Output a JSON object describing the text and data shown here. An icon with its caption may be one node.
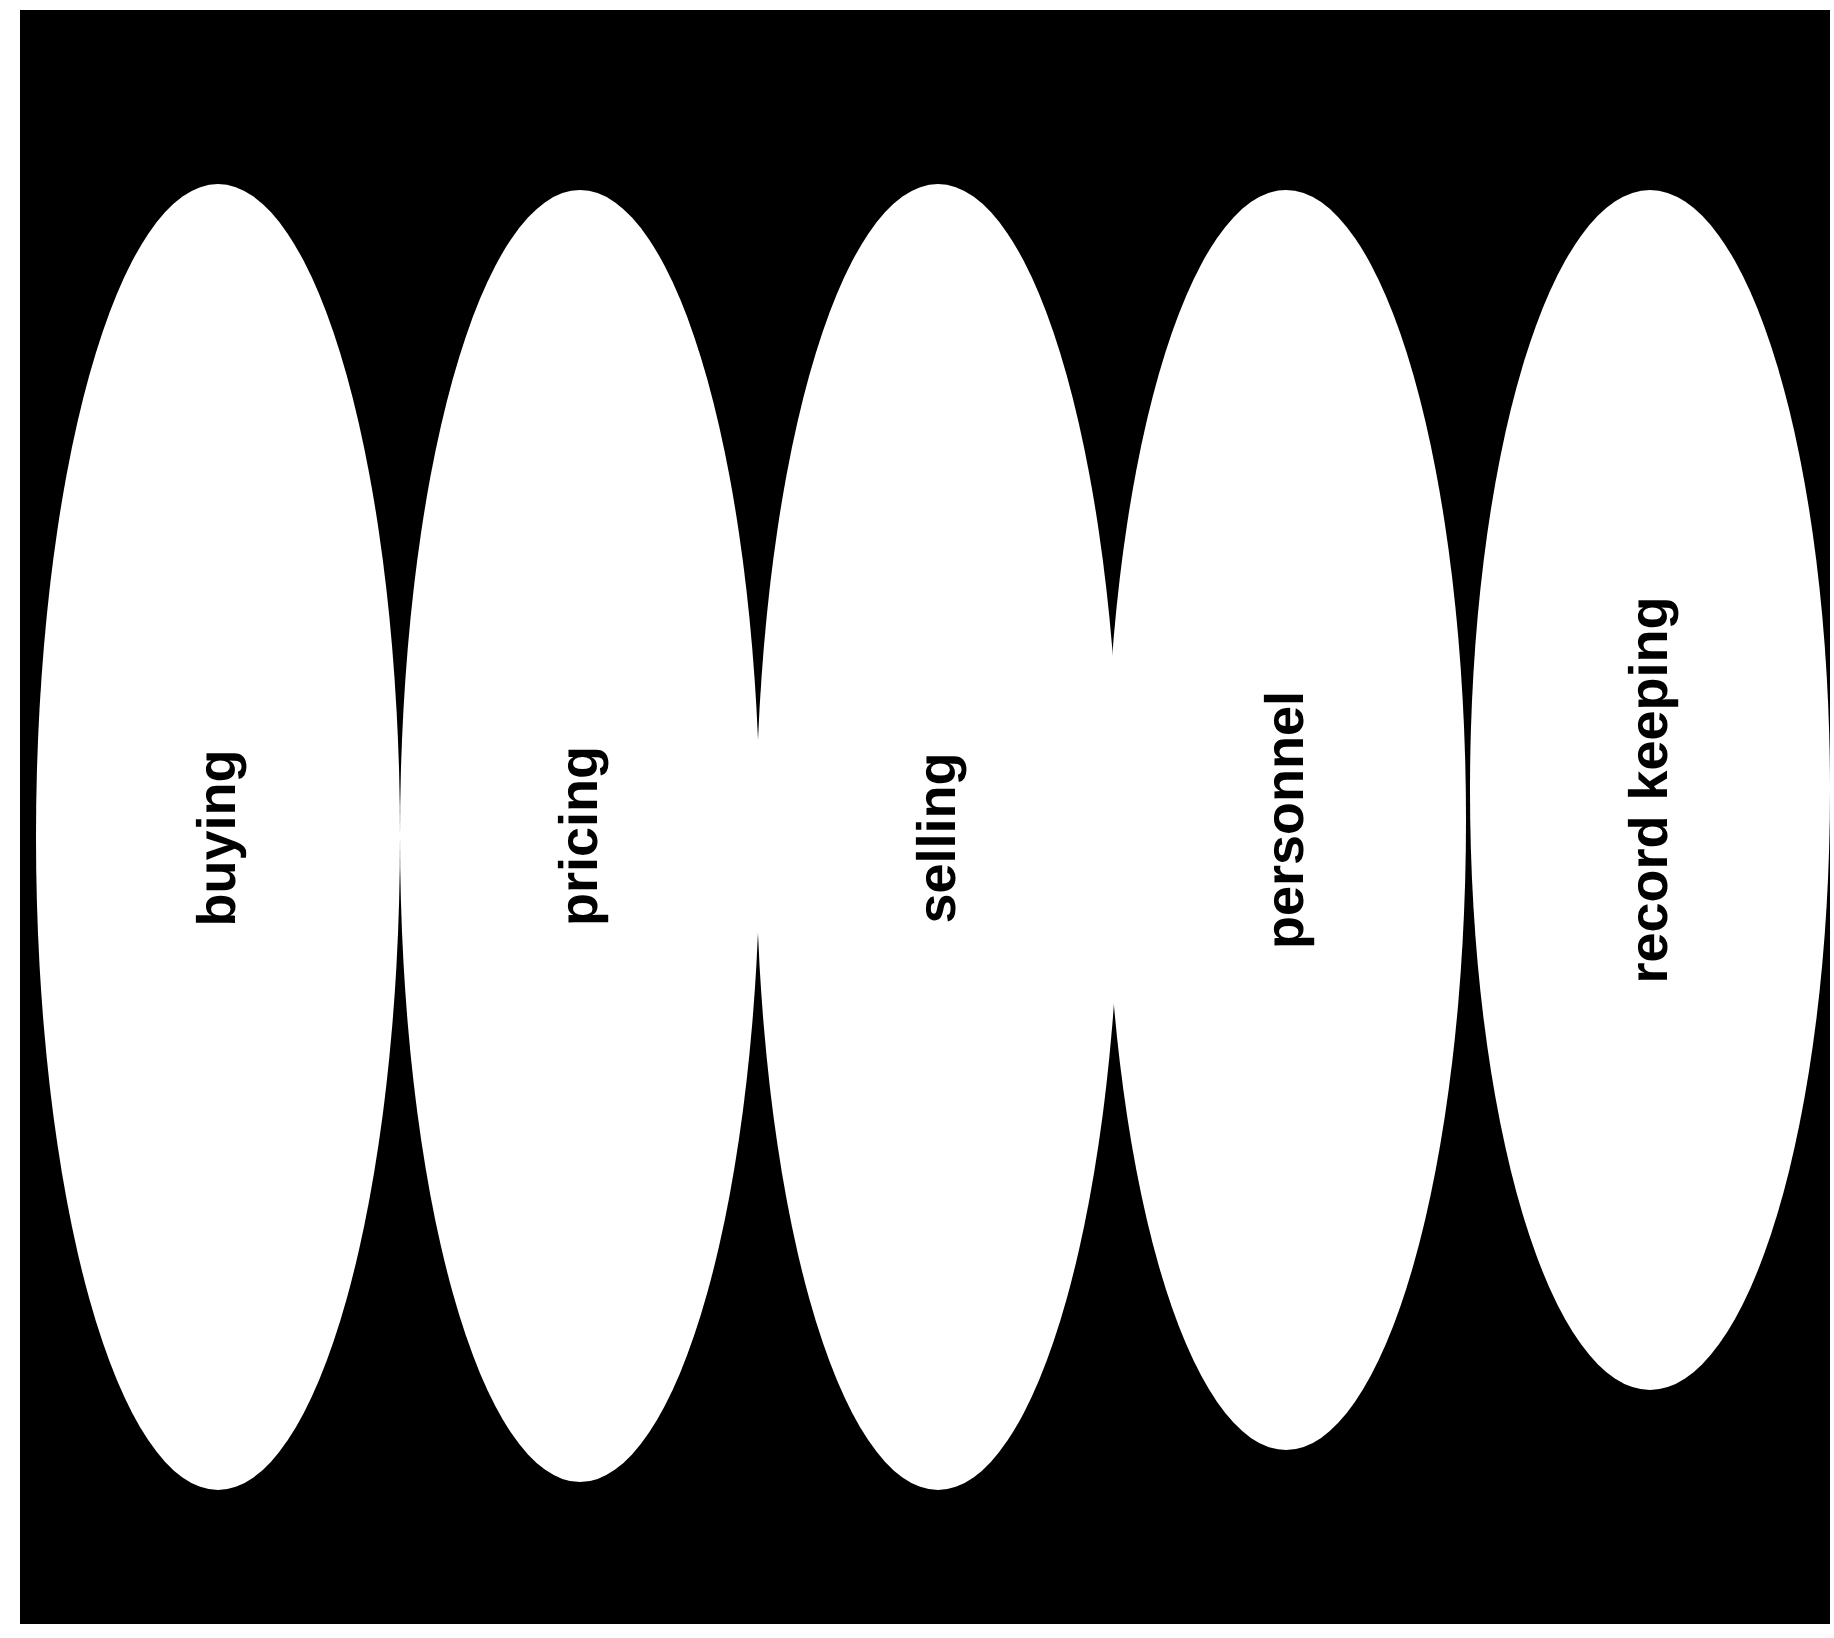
{
  "diagram": {
    "nodes": [
      {
        "text": [
          "buying"
        ]
      },
      {
        "text": [
          "pricing"
        ]
      },
      {
        "text": [
          "selling"
        ]
      },
      {
        "text": [
          "personnel"
        ]
      },
      {
        "text": [
          "record keeping"
        ]
      }
    ]
  }
}
